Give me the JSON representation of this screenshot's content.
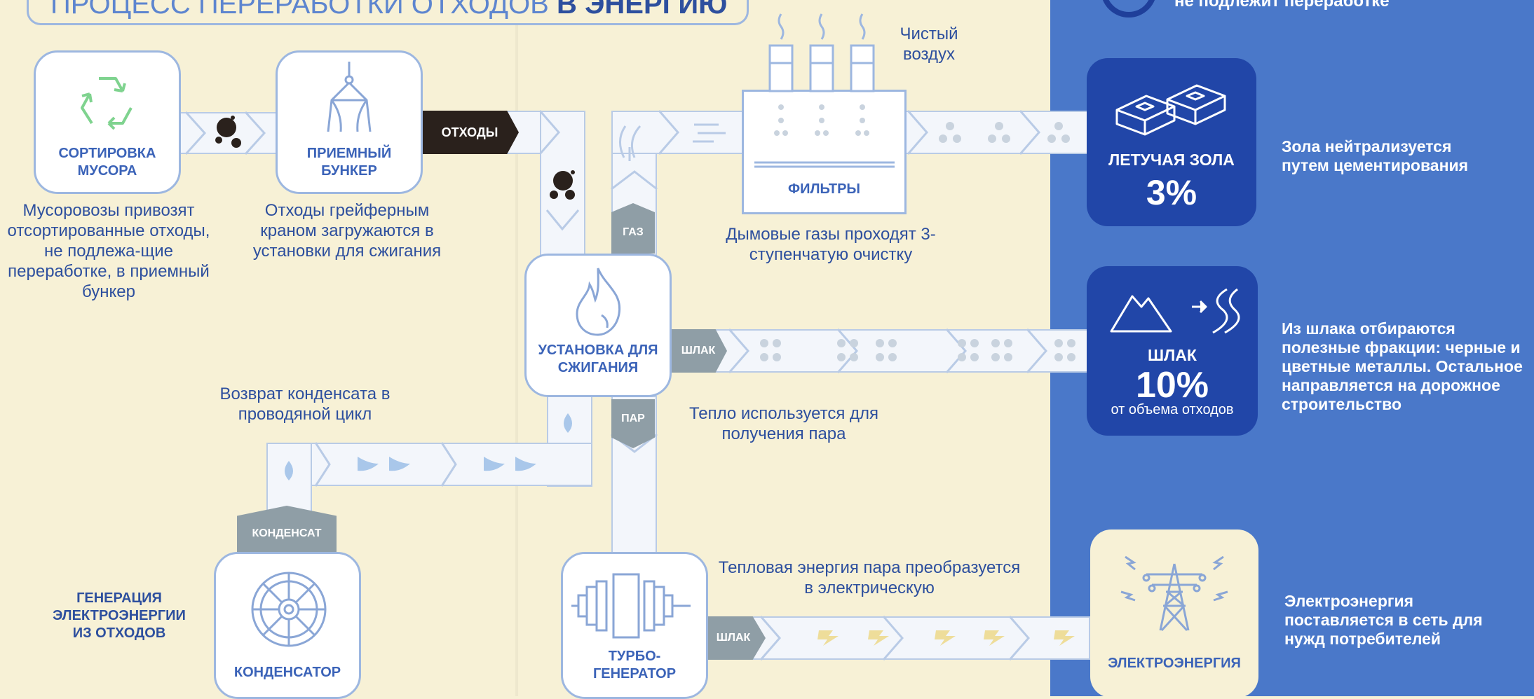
{
  "title": {
    "main": "ПРОЦЕСС ПЕРЕРАБОТКИ ОТХОДОВ ",
    "accent": "В ЭНЕРГИЮ"
  },
  "top_right_text": "не подлежит переработке",
  "nodes": {
    "sorting": {
      "label": "СОРТИРОВКА МУСОРА",
      "caption": "Мусоровозы привозят отсортированные отходы, не подлежа-щие переработке, в приемный бункер"
    },
    "bunker": {
      "label": "ПРИЕМНЫЙ БУНКЕР",
      "caption": "Отходы грейферным краном загружаются в установки для сжигания"
    },
    "filters": {
      "label": "ФИЛЬТРЫ",
      "caption": "Дымовые газы проходят 3-ступенчатую очистку",
      "clean_air": "Чистый воздух"
    },
    "incinerator": {
      "label": "УСТАНОВКА ДЛЯ СЖИГАНИЯ"
    },
    "condenser": {
      "label": "КОНДЕНСАТОР"
    },
    "turbo": {
      "label": "ТУРБО-ГЕНЕРАТОР"
    }
  },
  "flow_tags": {
    "waste": "ОТХОДЫ",
    "gas": "ГАЗ",
    "slag": "ШЛАК",
    "steam": "ПАР",
    "condensate": "КОНДЕНСАТ",
    "slag2": "ШЛАК"
  },
  "captions": {
    "condensate_return": "Возврат конденсата в проводяной цикл",
    "heat": "Тепло используется для получения пара",
    "thermal": "Тепловая энергия пара преобразуется в электрическую",
    "generation": "ГЕНЕРАЦИЯ ЭЛЕКТРОЭНЕРГИИ ИЗ ОТХОДОВ"
  },
  "outputs": {
    "fly_ash": {
      "label": "ЛЕТУЧАЯ ЗОЛА",
      "value": "3%",
      "note": "Зола нейтрализуется путем цементирования"
    },
    "slag": {
      "label": "ШЛАК",
      "value": "10%",
      "sub": "от объема отходов",
      "note": "Из шлака отбираются полезные фракции: черные и цветные металлы. Остальное направляется на дорожное строительство"
    },
    "electricity": {
      "label": "ЭЛЕКТРОЭНЕРГИЯ",
      "note": "Электроэнергия поставляется в сеть для нужд потребителей"
    }
  },
  "colors": {
    "bg": "#f7f1d6",
    "blue_panel": "#4a78c9",
    "dark_card": "#2146a8",
    "line": "#9db7e0",
    "text": "#2d4f9e",
    "tag": "#8f9ea6"
  }
}
